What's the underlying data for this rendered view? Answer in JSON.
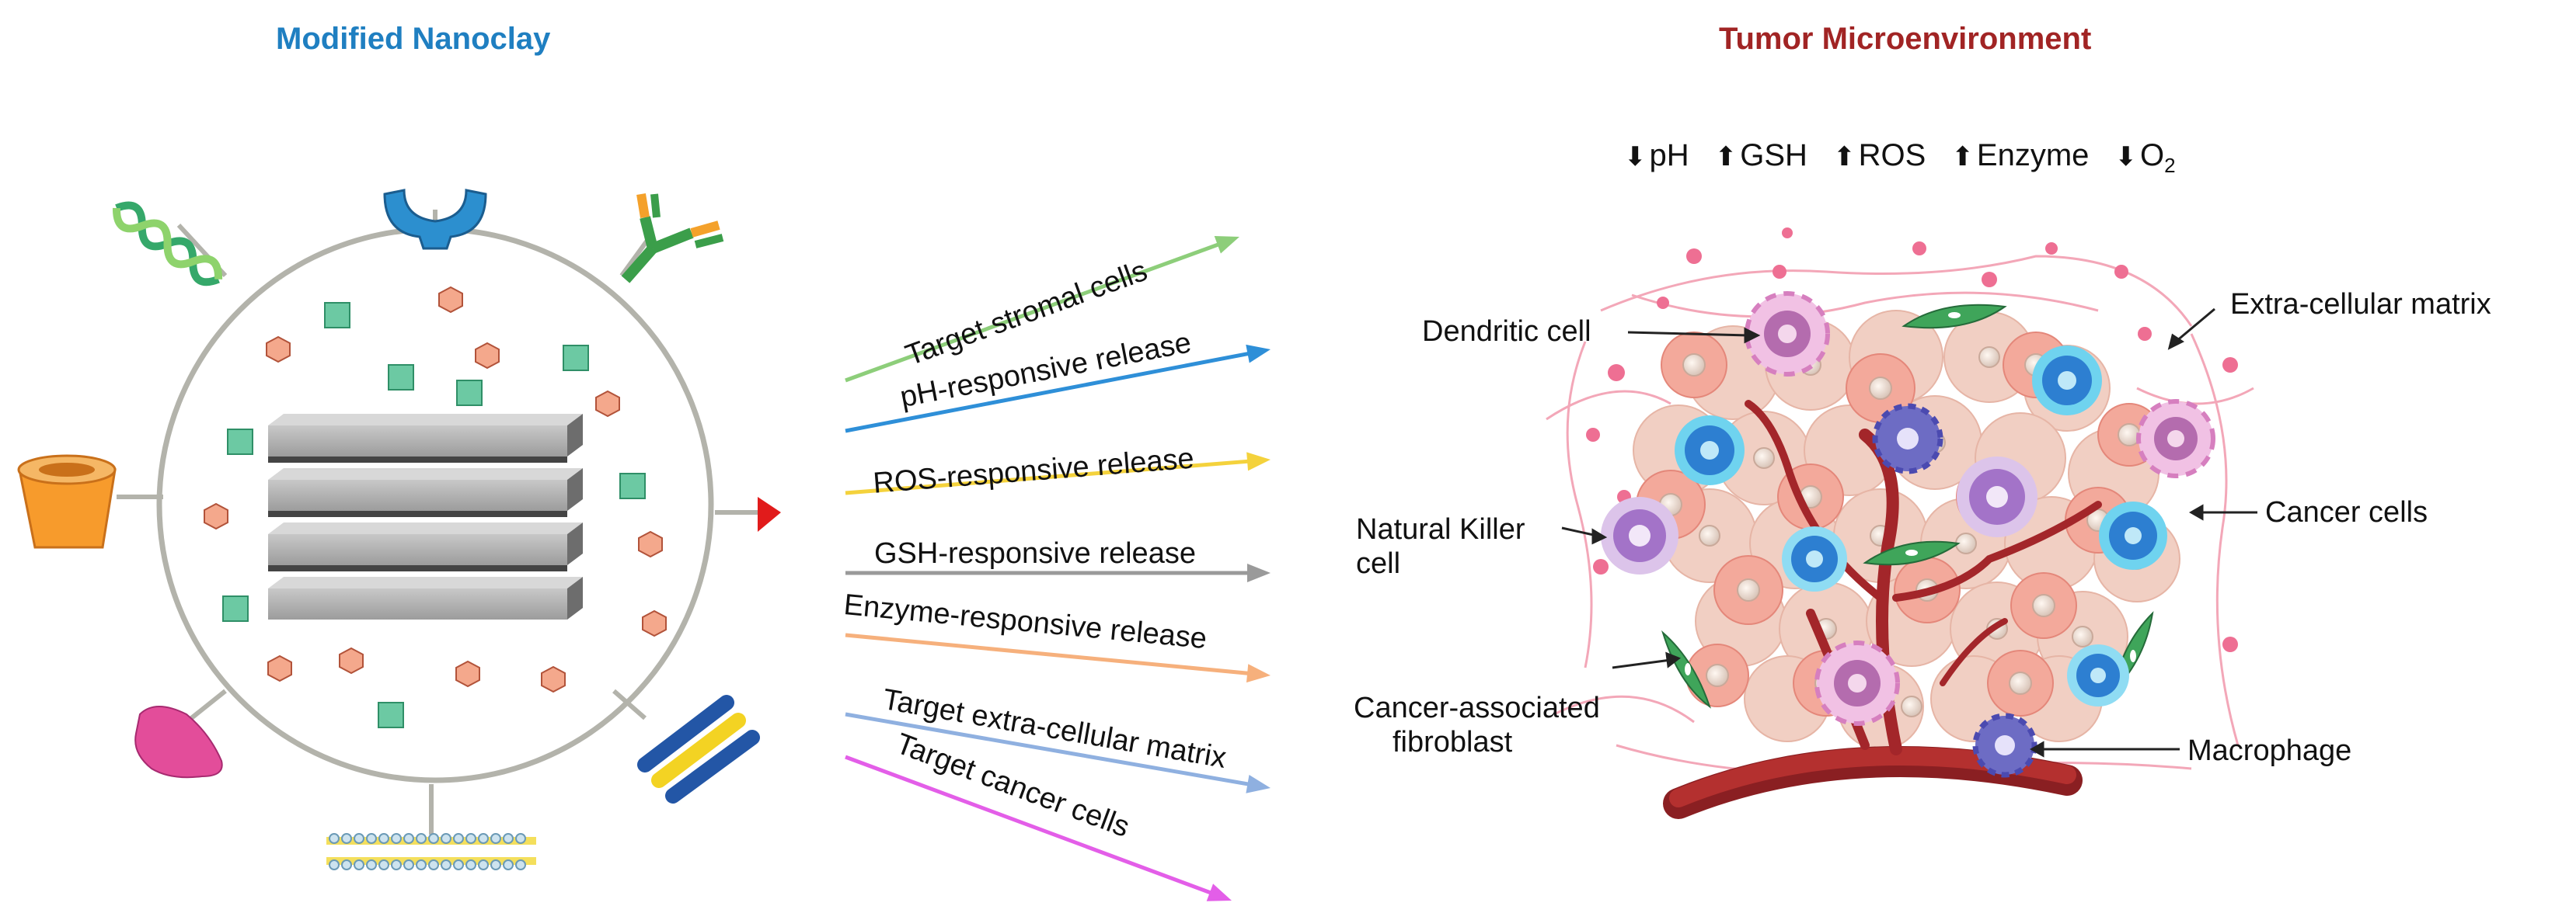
{
  "left_title": "Modified Nanoclay",
  "right_title": "Tumor Microenvironment",
  "indicators": [
    {
      "dir": "down",
      "text": "pH",
      "sub": ""
    },
    {
      "dir": "up",
      "text": "GSH",
      "sub": ""
    },
    {
      "dir": "up",
      "text": "ROS",
      "sub": ""
    },
    {
      "dir": "up",
      "text": "Enzyme",
      "sub": ""
    },
    {
      "dir": "down",
      "text": "O",
      "sub": "2"
    }
  ],
  "arrows": [
    {
      "label": "Target stromal cells",
      "color": "#8dce7a"
    },
    {
      "label": "pH-responsive release",
      "color": "#2e8fd8"
    },
    {
      "label": "ROS-responsive release",
      "color": "#f4d23c"
    },
    {
      "label": "GSH-responsive release",
      "color": "#9a9a9a"
    },
    {
      "label": "Enzyme-responsive release",
      "color": "#f6b07c"
    },
    {
      "label": "Target extra-cellular matrix",
      "color": "#8fb0e0"
    },
    {
      "label": "Target cancer cells",
      "color": "#e35ee8"
    }
  ],
  "tme_labels": {
    "dendritic": "Dendritic cell",
    "ecm": "Extra-cellular matrix",
    "nk_line1": "Natural Killer",
    "nk_line2": "cell",
    "cancer": "Cancer cells",
    "caf_line1": "Cancer-associated",
    "caf_line2": "fibroblast",
    "macrophage": "Macrophage"
  },
  "colors": {
    "left_title": "#1f7fc1",
    "right_title": "#a12424",
    "vessel": "#a3262a",
    "circle": "#b3b3ab"
  }
}
